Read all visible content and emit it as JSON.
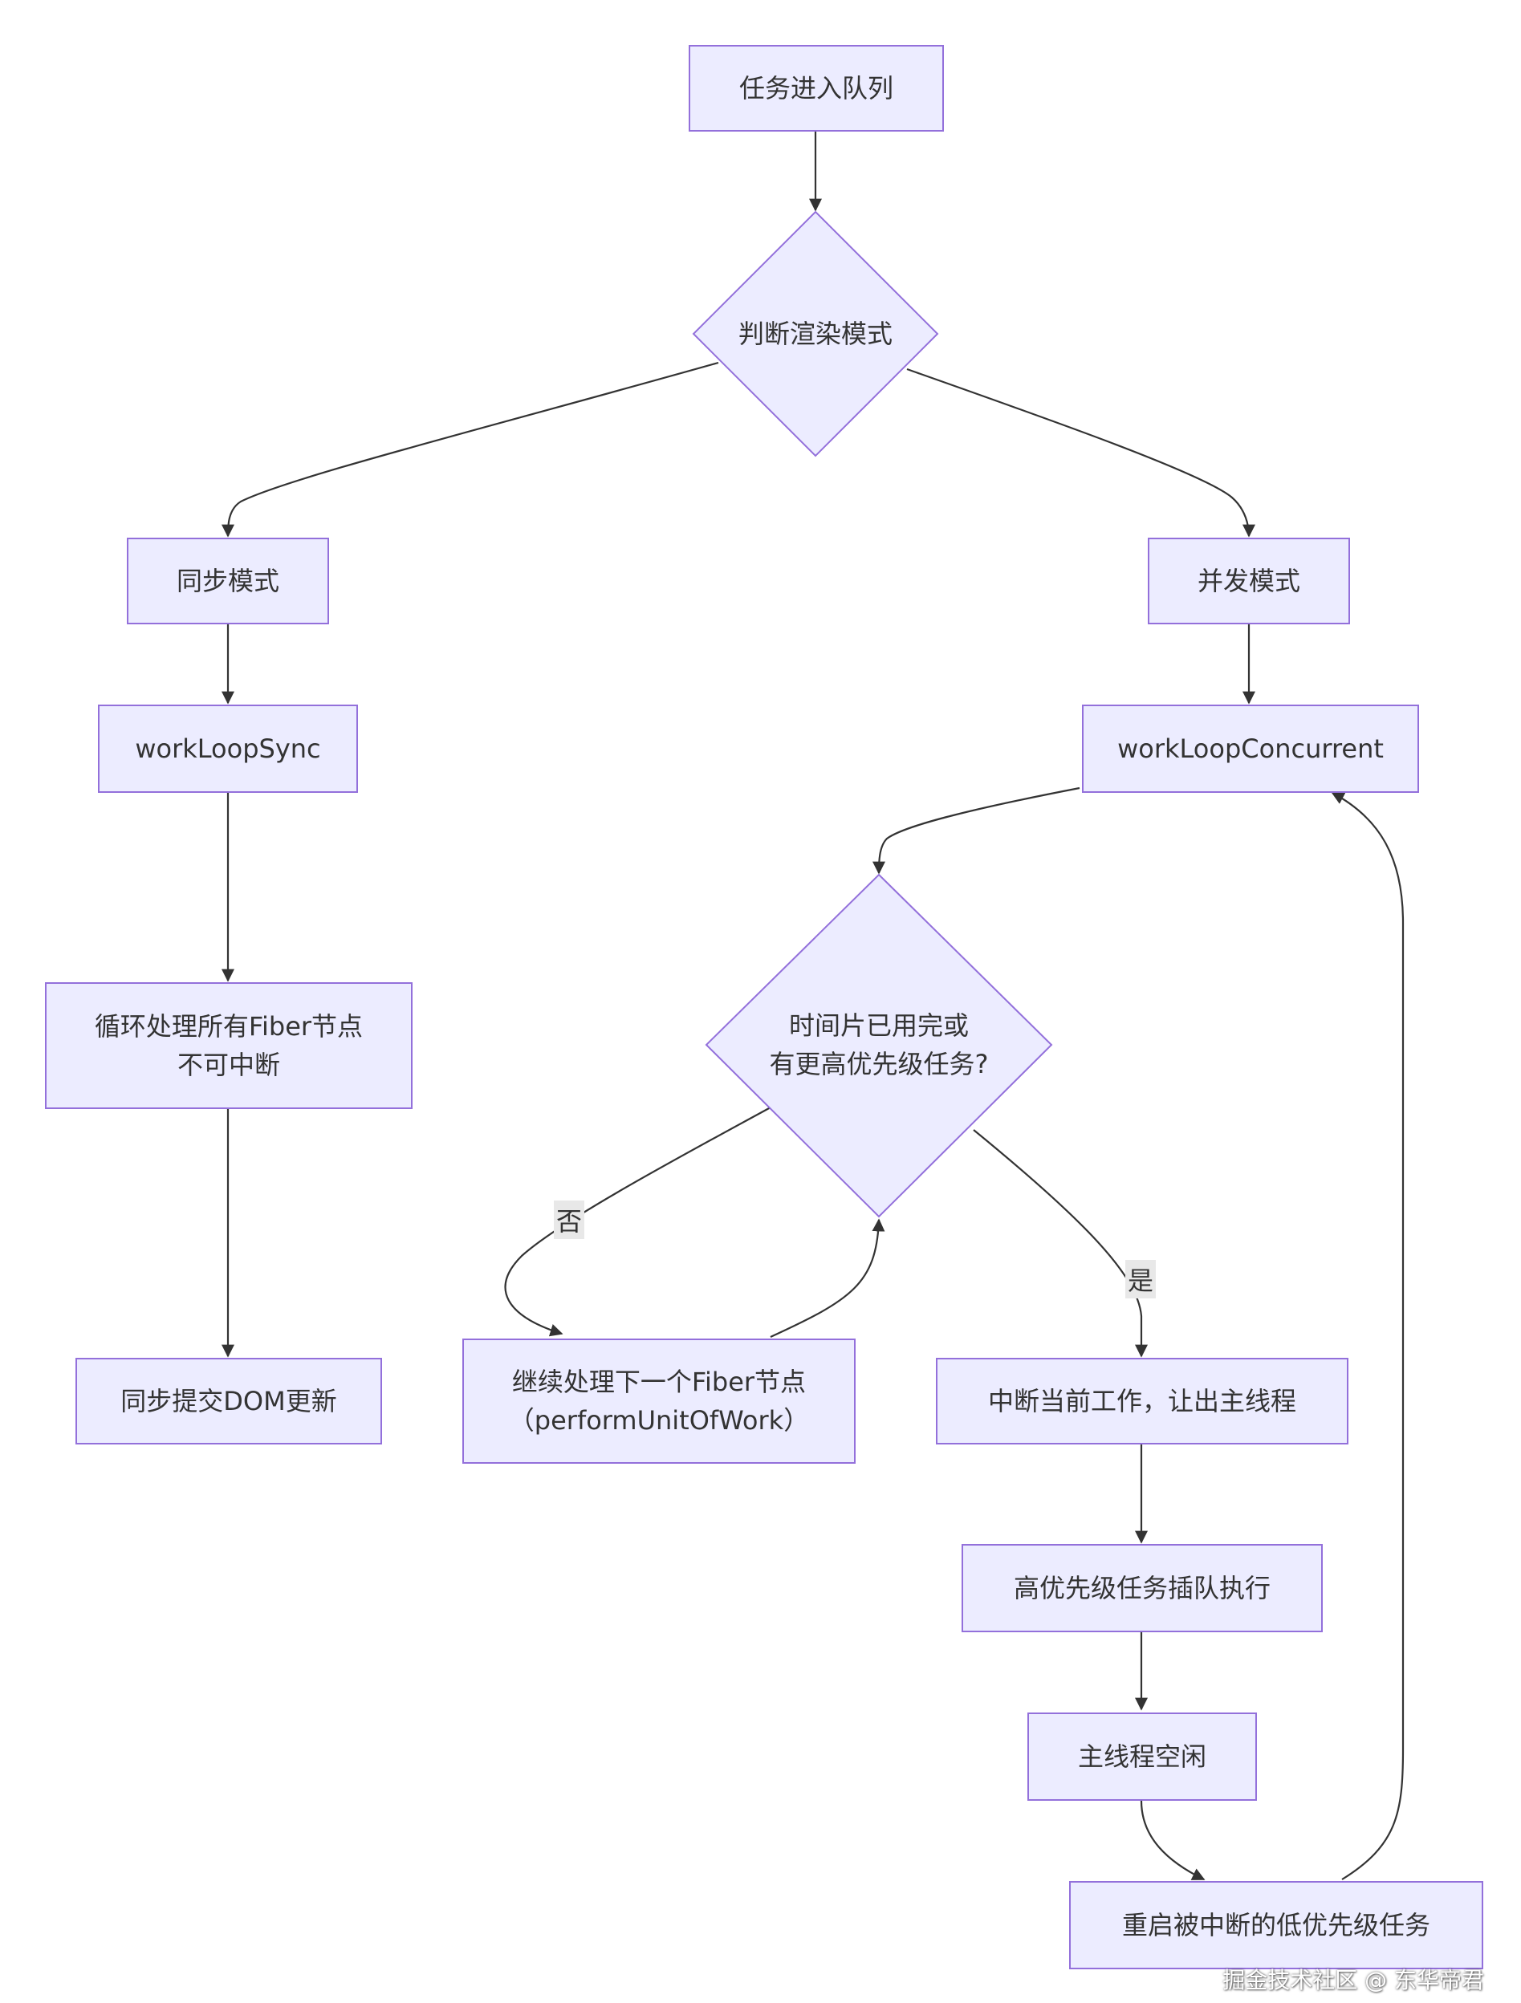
{
  "nodes": {
    "enqueue": "任务进入队列",
    "judge_mode": "判断渲染模式",
    "sync_mode": "同步模式",
    "concurrent_mode": "并发模式",
    "work_loop_sync": "workLoopSync",
    "work_loop_concurrent": "workLoopConcurrent",
    "process_all": [
      "循环处理所有Fiber节点",
      "不可中断"
    ],
    "time_slice_check": [
      "时间片已用完或",
      "有更高优先级任务?"
    ],
    "sync_commit": "同步提交DOM更新",
    "continue_next": [
      "继续处理下一个Fiber节点",
      "（performUnitOfWork）"
    ],
    "interrupt": "中断当前工作，让出主线程",
    "high_priority": "高优先级任务插队执行",
    "main_idle": "主线程空闲",
    "restart": "重启被中断的低优先级任务"
  },
  "edge_labels": {
    "no": "否",
    "yes": "是"
  },
  "watermark": "掘金技术社区 @ 东华帝君",
  "colors": {
    "node_fill": "#ECECFF",
    "node_stroke": "#9370DB",
    "edge": "#333333",
    "label_bg": "#E8E8E8"
  }
}
